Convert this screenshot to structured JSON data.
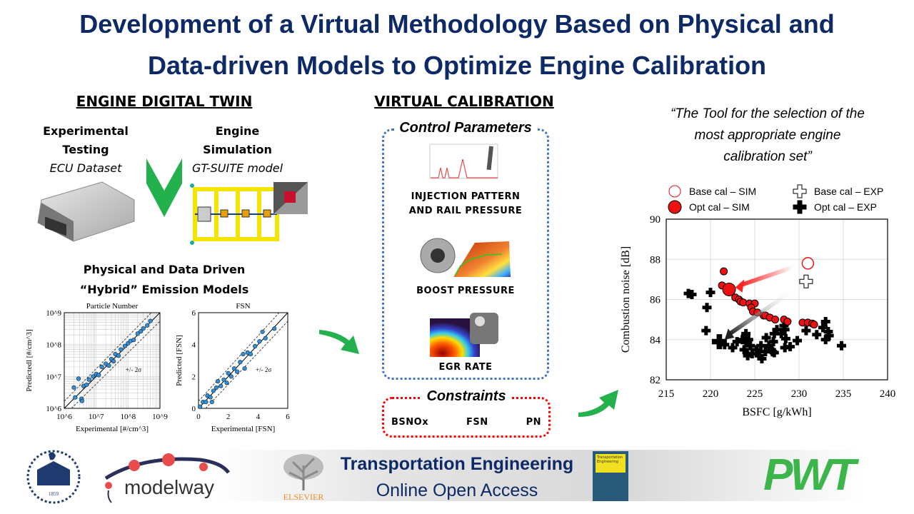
{
  "title": {
    "line1": "Development of a Virtual Methodology Based on Physical and",
    "line2": "Data-driven Models to Optimize Engine Calibration"
  },
  "digital_twin": {
    "heading": "ENGINE DIGITAL TWIN",
    "exp_title1": "Experimental",
    "exp_title2": "Testing",
    "exp_sub": "ECU Dataset",
    "sim_title1": "Engine",
    "sim_title2": "Simulation",
    "sim_sub": "GT-SUITE model",
    "models_line1": "Physical and Data Driven",
    "models_line2": "“Hybrid” Emission Models"
  },
  "virtual_calibration": {
    "heading": "VIRTUAL CALIBRATION",
    "control_title": "Control Parameters",
    "params": [
      "INJECTION PATTERN",
      "AND RAIL PRESSURE",
      "BOOST PRESSURE",
      "EGR RATE"
    ],
    "constraints_title": "Constraints",
    "constraints": [
      "BSNOx",
      "FSN",
      "PN"
    ]
  },
  "quote": {
    "line1": "“The Tool for the selection of  the",
    "line2": "most appropriate engine",
    "line3": "calibration set”"
  },
  "footer": {
    "university_year": "1859",
    "modelway": "modelway",
    "elsevier": "ELSEVIER",
    "journal": "Transportation Engineering",
    "access": "Online Open Access",
    "journal_cover": "Transportation Engineering",
    "pwt": "PWT"
  },
  "colors": {
    "title": "#0d2a66",
    "arrow_green": "#22b14c",
    "blue_box": "#4472c4",
    "red_box": "#ff0000",
    "sim_red": "#ee1111",
    "pwt_green": "#3cb54a"
  },
  "chart_data": [
    {
      "type": "scatter",
      "title": "",
      "xlabel": "BSFC [g/kWh]",
      "ylabel": "Combustion noise [dB]",
      "xlim": [
        215,
        240
      ],
      "ylim": [
        82,
        90
      ],
      "xticks": [
        215,
        220,
        225,
        230,
        235,
        240
      ],
      "yticks": [
        82,
        84,
        86,
        88,
        90
      ],
      "grid": true,
      "legend_position": "top",
      "series": [
        {
          "name": "Base cal – SIM",
          "marker": "open-circle",
          "points": [
            [
              231,
              87.8
            ]
          ]
        },
        {
          "name": "Opt cal  – SIM",
          "marker": "filled-circle",
          "highlight": [
            222.1,
            86.5
          ],
          "points": [
            [
              221.5,
              87.4
            ],
            [
              221.3,
              86.7
            ],
            [
              222.8,
              86.1
            ],
            [
              223.2,
              86.0
            ],
            [
              223.4,
              85.9
            ],
            [
              223.7,
              85.85
            ],
            [
              224.4,
              85.8
            ],
            [
              225.0,
              85.8
            ],
            [
              224.6,
              85.6
            ],
            [
              224.8,
              85.4
            ],
            [
              225.3,
              85.35
            ],
            [
              226.0,
              85.2
            ],
            [
              226.2,
              85.2
            ],
            [
              226.7,
              85.1
            ],
            [
              227.3,
              85.0
            ],
            [
              228.3,
              85.0
            ],
            [
              228.7,
              84.9
            ],
            [
              230.4,
              84.85
            ],
            [
              231.0,
              84.85
            ],
            [
              231.5,
              84.8
            ],
            [
              231.7,
              84.75
            ]
          ]
        },
        {
          "name": "Base cal – EXP",
          "marker": "open-cross",
          "points": [
            [
              230.8,
              86.9
            ]
          ]
        },
        {
          "name": "Opt cal – EXP",
          "marker": "filled-cross",
          "highlight": [
            221,
            83.9
          ],
          "points": [
            [
              217.5,
              86.3
            ],
            [
              217.9,
              86.25
            ],
            [
              220,
              86.35
            ],
            [
              219.6,
              85.6
            ],
            [
              219.5,
              84.45
            ],
            [
              221.6,
              83.75
            ],
            [
              222.5,
              83.6
            ],
            [
              223,
              83.9
            ],
            [
              223.6,
              84.0
            ],
            [
              224,
              84.3
            ],
            [
              224,
              83.9
            ],
            [
              224.3,
              84.0
            ],
            [
              223.8,
              83.5
            ],
            [
              224.2,
              83.2
            ],
            [
              224.5,
              83.7
            ],
            [
              224.7,
              83.3
            ],
            [
              225.5,
              83.2
            ],
            [
              225.8,
              83.05
            ],
            [
              225.2,
              83.5
            ],
            [
              225.7,
              83.7
            ],
            [
              226.2,
              83.4
            ],
            [
              226.3,
              84.1
            ],
            [
              226.6,
              83.7
            ],
            [
              227,
              83.4
            ],
            [
              227.2,
              83.35
            ],
            [
              227.1,
              83.9
            ],
            [
              227.2,
              84.3
            ],
            [
              227.5,
              84.5
            ],
            [
              228,
              84.3
            ],
            [
              228.3,
              84.7
            ],
            [
              228.4,
              84.5
            ],
            [
              228.5,
              84.05
            ],
            [
              228.4,
              83.6
            ],
            [
              229.0,
              83.65
            ],
            [
              229.8,
              83.95
            ],
            [
              230.8,
              84.45
            ],
            [
              232,
              84.25
            ],
            [
              232.7,
              84.6
            ],
            [
              233.0,
              84.9
            ],
            [
              233.3,
              84.4
            ],
            [
              233.4,
              84.2
            ],
            [
              233,
              84.0
            ],
            [
              234.8,
              83.7
            ]
          ]
        }
      ]
    },
    {
      "type": "scatter",
      "title": "Particle Number",
      "xlabel": "Experimental [#/cm^3]",
      "ylabel": "Predictedl [#/cm^3]",
      "scale": "log",
      "xlim": [
        1000000.0,
        1000000000.0
      ],
      "ylim": [
        1000000.0,
        1000000000.0
      ],
      "tick_labels": [
        "10^6",
        "10^7",
        "10^8",
        "10^9"
      ],
      "annotation": "+/- 2σ",
      "grid": true,
      "points": [
        [
          2000000.0,
          4500000.0
        ],
        [
          2200000.0,
          2200000.0
        ],
        [
          2800000.0,
          8500000.0
        ],
        [
          3500000.0,
          2000000.0
        ],
        [
          3600000.0,
          1700000.0
        ],
        [
          4000000.0,
          5000000.0
        ],
        [
          5000000.0,
          5500000.0
        ],
        [
          6000000.0,
          8000000.0
        ],
        [
          8000000.0,
          10000000.0
        ],
        [
          10000000.0,
          12000000.0
        ],
        [
          12000000.0,
          11000000.0
        ],
        [
          15000000.0,
          20000000.0
        ],
        [
          20000000.0,
          25000000.0
        ],
        [
          25000000.0,
          22000000.0
        ],
        [
          30000000.0,
          35000000.0
        ],
        [
          35000000.0,
          30000000.0
        ],
        [
          40000000.0,
          50000000.0
        ],
        [
          50000000.0,
          45000000.0
        ],
        [
          60000000.0,
          70000000.0
        ],
        [
          80000000.0,
          90000000.0
        ],
        [
          100000000.0,
          110000000.0
        ],
        [
          120000000.0,
          130000000.0
        ],
        [
          150000000.0,
          140000000.0
        ],
        [
          200000000.0,
          220000000.0
        ],
        [
          250000000.0,
          260000000.0
        ],
        [
          300000000.0,
          320000000.0
        ],
        [
          400000000.0,
          400000000.0
        ],
        [
          500000000.0,
          550000000.0
        ]
      ]
    },
    {
      "type": "scatter",
      "title": "FSN",
      "xlabel": "Experimental [FSN]",
      "ylabel": "Predicted [FSN]",
      "xlim": [
        0,
        6
      ],
      "ylim": [
        0,
        6
      ],
      "xticks": [
        0,
        2,
        4,
        6
      ],
      "yticks": [
        0,
        2,
        4,
        6
      ],
      "annotation": "+/- 2σ",
      "points": [
        [
          0.1,
          0.1
        ],
        [
          0.3,
          0.4
        ],
        [
          0.5,
          0.4
        ],
        [
          0.6,
          0.8
        ],
        [
          0.8,
          0.7
        ],
        [
          0.9,
          0.4
        ],
        [
          1.0,
          1.1
        ],
        [
          1.2,
          1.3
        ],
        [
          1.3,
          1.7
        ],
        [
          1.5,
          1.4
        ],
        [
          1.7,
          1.8
        ],
        [
          1.9,
          1.6
        ],
        [
          2.0,
          2.2
        ],
        [
          2.2,
          2.0
        ],
        [
          2.4,
          2.5
        ],
        [
          2.6,
          2.3
        ],
        [
          2.8,
          2.9
        ],
        [
          3.0,
          3.4
        ],
        [
          3.1,
          2.5
        ],
        [
          3.3,
          3.5
        ],
        [
          3.5,
          3.4
        ],
        [
          3.8,
          3.9
        ],
        [
          4.1,
          4.2
        ],
        [
          4.3,
          4.8
        ],
        [
          4.5,
          4.4
        ],
        [
          5.1,
          5.0
        ]
      ]
    }
  ]
}
